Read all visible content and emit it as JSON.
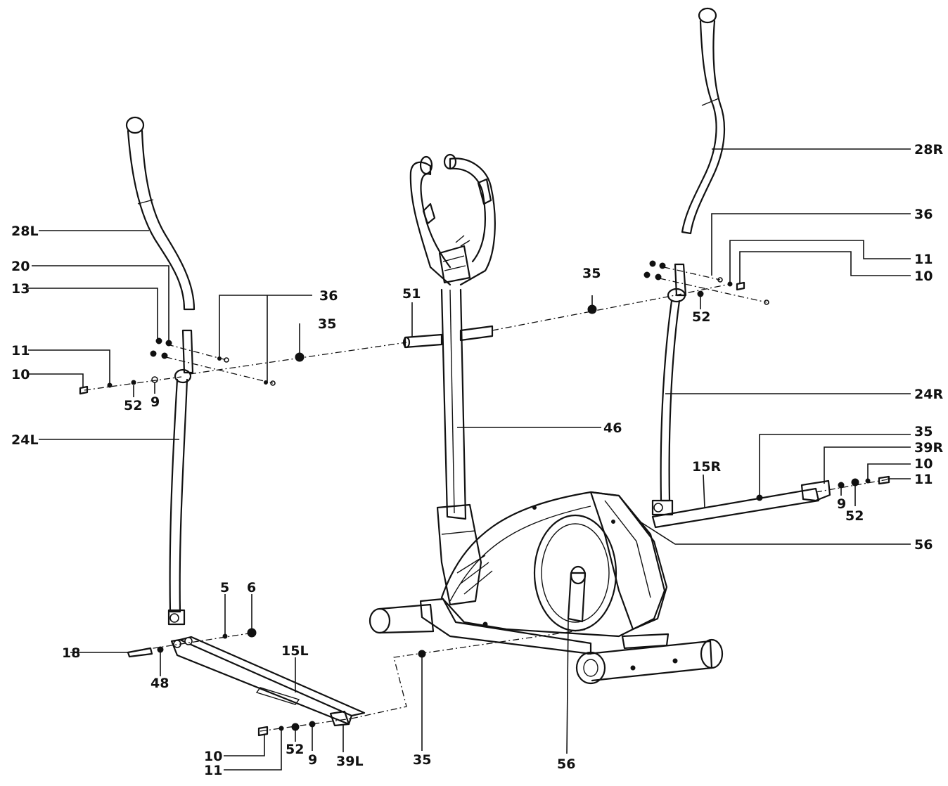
{
  "callouts": {
    "l28R": "28R",
    "l36r": "36",
    "l11r": "11",
    "l10r": "10",
    "l35t": "35",
    "l52r": "52",
    "l24R": "24R",
    "l51": "51",
    "l46": "46",
    "l35c": "35",
    "l28L": "28L",
    "l20": "20",
    "l13": "13",
    "l11l": "11",
    "l10l": "10",
    "l52l": "52",
    "l9l": "9",
    "l36l": "36",
    "l24L": "24L",
    "l35r": "35",
    "l39R": "39R",
    "l10rr": "10",
    "l11rr": "11",
    "l15R": "15R",
    "l9r": "9",
    "l52rr": "52",
    "l56r": "56",
    "l5": "5",
    "l6": "6",
    "l18": "18",
    "l48": "48",
    "l15L": "15L",
    "l10b": "10",
    "l11b": "11",
    "l52b": "52",
    "l9b": "9",
    "l39L": "39L",
    "l35b": "35",
    "l56b": "56"
  }
}
